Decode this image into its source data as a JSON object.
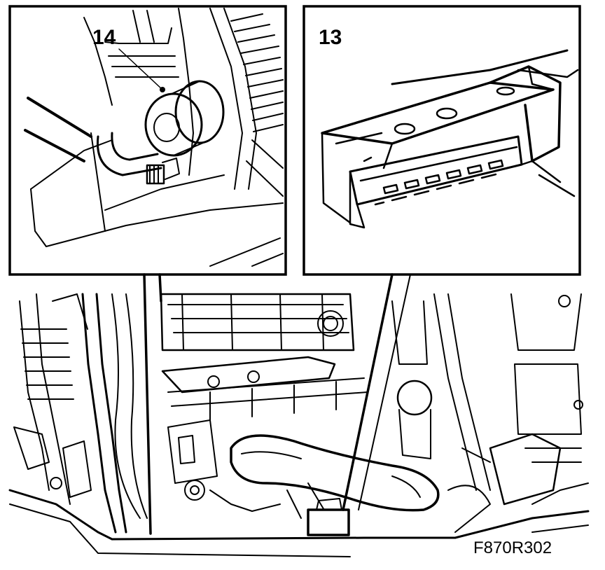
{
  "figure": {
    "id": "F870R302",
    "callouts": {
      "left": "14",
      "right": "13"
    }
  },
  "colors": {
    "ink": "#000000",
    "paper": "#ffffff"
  }
}
